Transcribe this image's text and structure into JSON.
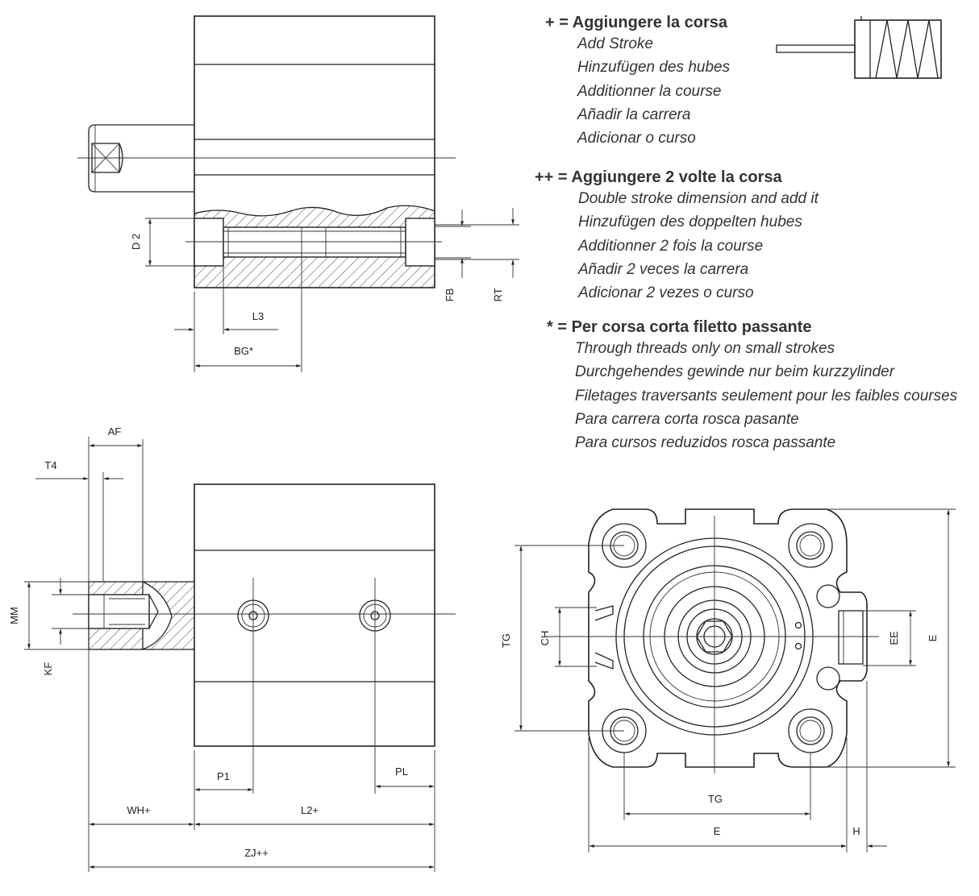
{
  "legend": [
    {
      "symbol": "+",
      "heading": "Aggiungere la corsa",
      "lines": [
        "Add Stroke",
        "Hinzufügen des hubes",
        "Additionner la course",
        "Añadir la carrera",
        "Adicionar o curso"
      ]
    },
    {
      "symbol": "++",
      "heading": "Aggiungere 2 volte la corsa",
      "lines": [
        "Double stroke dimension and add it",
        "Hinzufügen des doppelten hubes",
        "Additionner 2 fois la course",
        "Añadir 2 veces la carrera",
        "Adicionar 2 vezes o curso"
      ]
    },
    {
      "symbol": "*",
      "heading": "Per corsa corta filetto passante",
      "lines": [
        "Through threads only on small strokes",
        "Durchgehendes gewinde nur beim kurzzylinder",
        "Filetages traversants seulement pour les faibles courses",
        "Para carrera corta rosca pasante",
        "Para cursos reduzidos rosca passante"
      ]
    }
  ],
  "dimensions": {
    "top_view": {
      "d2": "D 2",
      "l3": "L3",
      "bg": "BG*",
      "fb": "FB",
      "rt": "RT"
    },
    "side_view": {
      "af": "AF",
      "t4": "T4",
      "mm": "MM",
      "kf": "KF",
      "p1": "P1",
      "pl": "PL",
      "wh": "WH+",
      "l2": "L2+",
      "zj": "ZJ++"
    },
    "end_view": {
      "tg_v": "TG",
      "ch": "CH",
      "ee": "EE",
      "e_v": "E",
      "tg_h": "TG",
      "e_h": "E",
      "h": "H"
    }
  }
}
